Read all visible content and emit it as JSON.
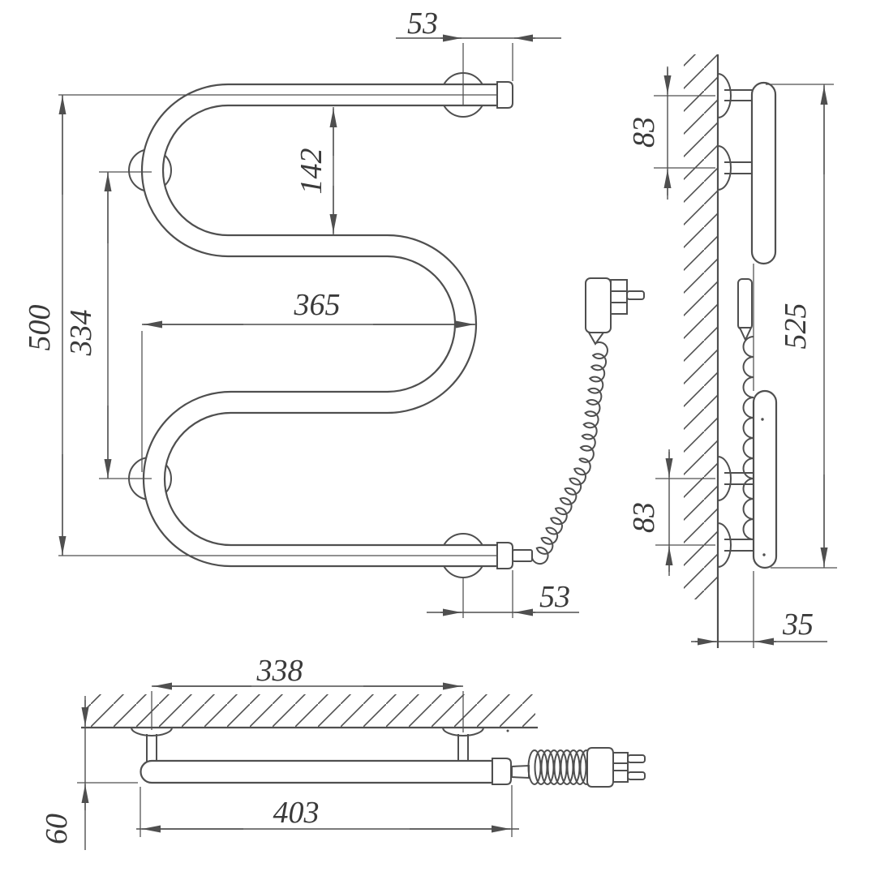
{
  "drawing": {
    "kind": "technical-drawing",
    "subject": "wall-mounted electric towel rail, three orthographic views",
    "colors": {
      "line": "#4f4f4f",
      "text": "#3a3a3a",
      "background": "#ffffff"
    },
    "views": {
      "front": {
        "label": "front-view",
        "dims": {
          "top_end_offset": "53",
          "top_gap": "142",
          "middle_width": "365",
          "bracket_spacing": "334",
          "overall_height": "500",
          "bottom_end_offset": "53"
        }
      },
      "side": {
        "label": "side-view",
        "dims": {
          "upper_bracket_gap": "83",
          "overall_height": "525",
          "lower_bracket_gap": "83",
          "wall_clearance": "35"
        }
      },
      "bottom": {
        "label": "bottom-view",
        "dims": {
          "bracket_spacing": "338",
          "wall_offset": "60",
          "overall_length": "403"
        }
      }
    }
  }
}
